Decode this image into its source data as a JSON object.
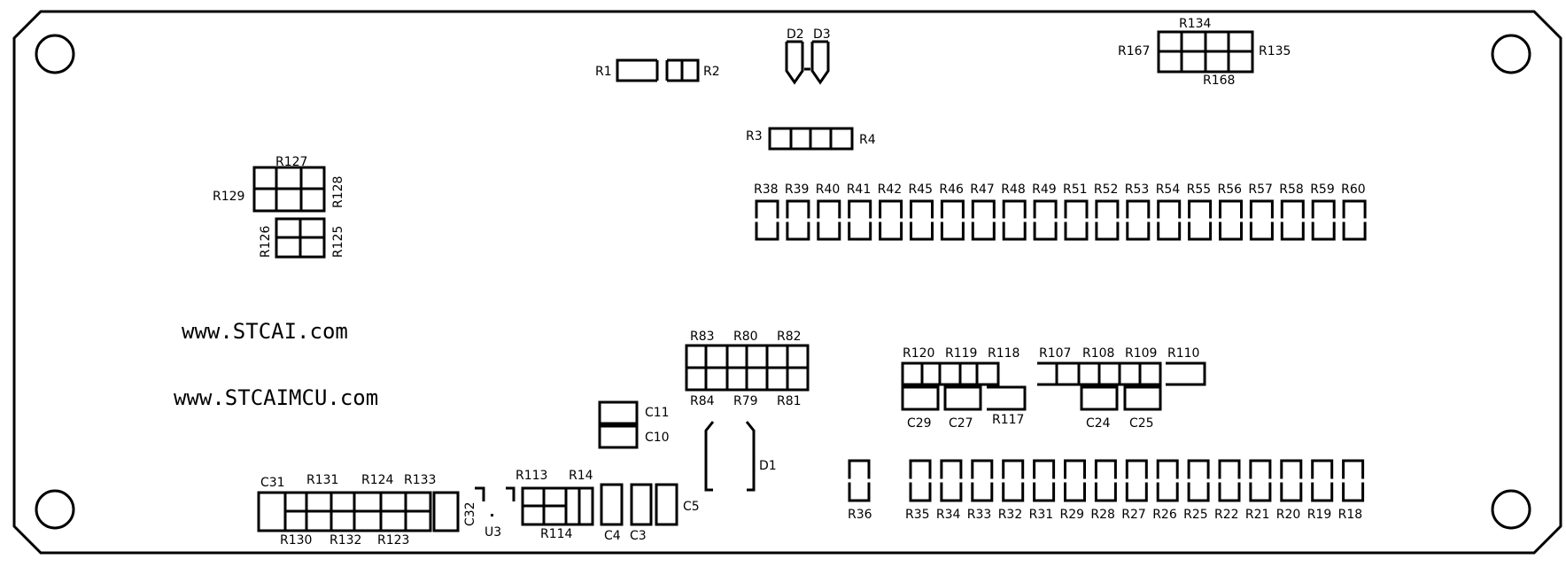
{
  "urls": [
    "www.STCAI.com",
    "www.STCAIMCU.com"
  ],
  "designators": {
    "top_center": [
      "R1",
      "R2",
      "D2",
      "D3",
      "R3",
      "R4"
    ],
    "top_right": [
      "R134",
      "R167",
      "R135",
      "R168"
    ],
    "left_block": [
      "R127",
      "R129",
      "R128",
      "R126",
      "R125"
    ],
    "top_row": [
      "R38",
      "R39",
      "R40",
      "R41",
      "R42",
      "R45",
      "R46",
      "R47",
      "R48",
      "R49",
      "R51",
      "R52",
      "R53",
      "R54",
      "R55",
      "R56",
      "R57",
      "R58",
      "R59",
      "R60"
    ],
    "middle": [
      "R83",
      "R80",
      "R82",
      "R84",
      "R79",
      "R81",
      "C11",
      "C10",
      "D1"
    ],
    "right_mid": [
      "R120",
      "R119",
      "R118",
      "R107",
      "R108",
      "R109",
      "R110",
      "C29",
      "C27",
      "R117",
      "C24",
      "C25"
    ],
    "bottom_left": [
      "C31",
      "R131",
      "R124",
      "R133",
      "C32",
      "R130",
      "R132",
      "R123",
      "U3",
      "R113",
      "R14",
      "R114",
      "C4",
      "C3",
      "C5"
    ],
    "bottom_row": [
      "R36",
      "R35",
      "R34",
      "R33",
      "R32",
      "R31",
      "R29",
      "R28",
      "R27",
      "R26",
      "R25",
      "R22",
      "R21",
      "R20",
      "R19",
      "R18"
    ]
  }
}
